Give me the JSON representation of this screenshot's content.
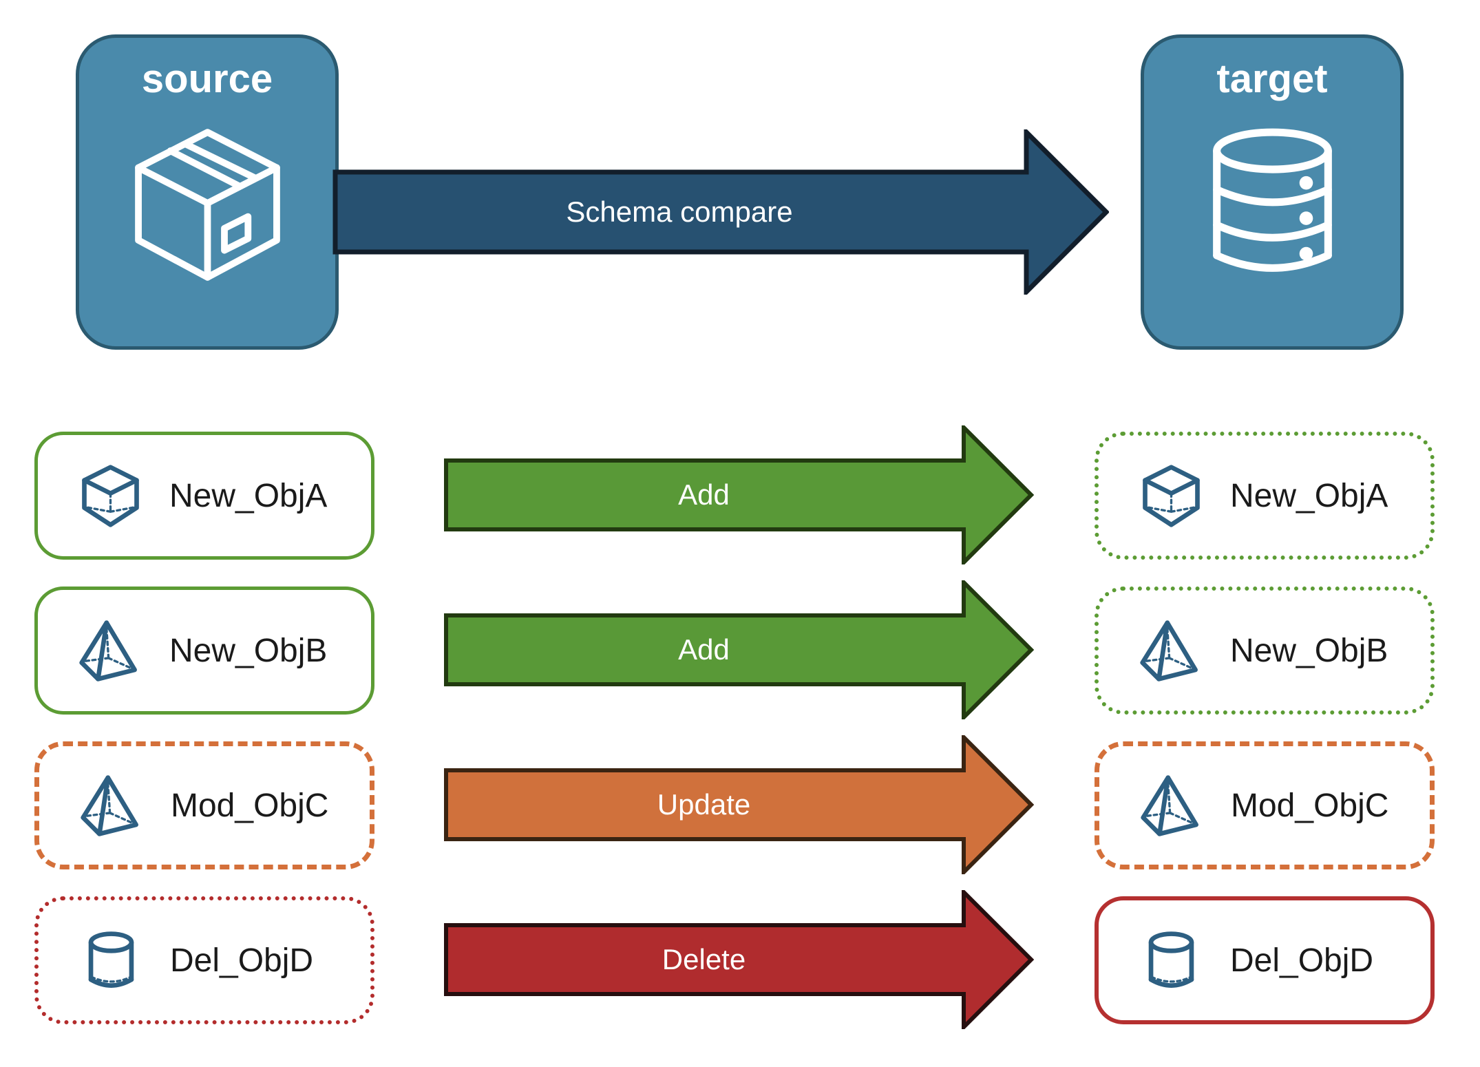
{
  "title_nodes": {
    "source": {
      "label": "source",
      "icon": "package-icon"
    },
    "target": {
      "label": "target",
      "icon": "database-icon"
    }
  },
  "schema_arrow": {
    "label": "Schema compare",
    "fill": "#275171",
    "stroke": "#121e2b"
  },
  "node_style": {
    "fill": "#4a8aab",
    "border": "#2b5a70",
    "icon_color": "#ffffff"
  },
  "object_icon_color": "#2d5f82",
  "label_color": "#1a1a1a",
  "rows": [
    {
      "label": "New_ObjA",
      "icon": "cube-icon",
      "action": "Add",
      "arrow_fill": "#599937",
      "arrow_stroke": "#223a10",
      "left_box": {
        "border_style": "solid",
        "border_color": "#5c9c34",
        "border_width": "5px"
      },
      "right_box": {
        "border_style": "dotted",
        "border_color": "#5c9c34",
        "border_width": "6px"
      }
    },
    {
      "label": "New_ObjB",
      "icon": "pyramid-icon",
      "action": "Add",
      "arrow_fill": "#599937",
      "arrow_stroke": "#223a10",
      "left_box": {
        "border_style": "solid",
        "border_color": "#5c9c34",
        "border_width": "5px"
      },
      "right_box": {
        "border_style": "dotted",
        "border_color": "#5c9c34",
        "border_width": "6px"
      }
    },
    {
      "label": "Mod_ObjC",
      "icon": "pyramid-icon",
      "action": "Update",
      "arrow_fill": "#d0713c",
      "arrow_stroke": "#3a2412",
      "left_box": {
        "border_style": "dashed",
        "border_color": "#d4703a",
        "border_width": "7px"
      },
      "right_box": {
        "border_style": "dashed",
        "border_color": "#d4703a",
        "border_width": "7px"
      }
    },
    {
      "label": "Del_ObjD",
      "icon": "cylinder-icon",
      "action": "Delete",
      "arrow_fill": "#b02c2e",
      "arrow_stroke": "#260f0f",
      "left_box": {
        "border_style": "dotted",
        "border_color": "#b32c2c",
        "border_width": "6px"
      },
      "right_box": {
        "border_style": "solid",
        "border_color": "#b53030",
        "border_width": "6px"
      }
    }
  ]
}
